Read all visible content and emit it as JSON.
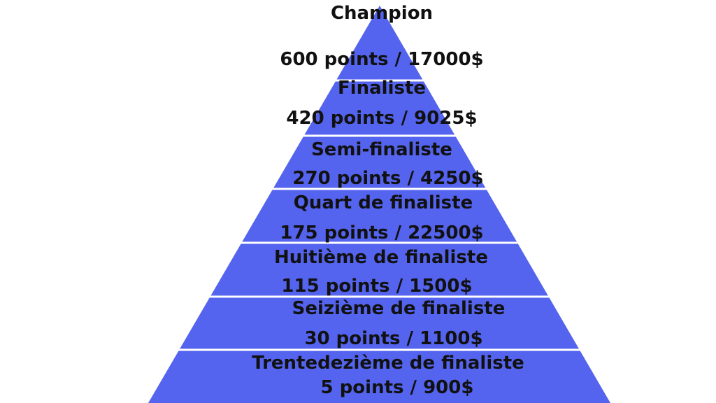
{
  "colors": {
    "fill": "#5464ee",
    "divider": "#ffffff",
    "text": "#111111"
  },
  "levels": [
    {
      "title": "Champion",
      "reward": "600 points / 17000$"
    },
    {
      "title": "Finaliste",
      "reward": "420 points / 9025$"
    },
    {
      "title": "Semi-finaliste",
      "reward": "270 points / 4250$"
    },
    {
      "title": "Quart de finaliste",
      "reward": "175 points / 22500$"
    },
    {
      "title": "Huitième de finaliste",
      "reward": "115 points / 1500$"
    },
    {
      "title": "Seizième de finaliste",
      "reward": "30 points / 1100$"
    },
    {
      "title": "Trentedezième de finaliste",
      "reward": "5 points / 900$"
    }
  ]
}
